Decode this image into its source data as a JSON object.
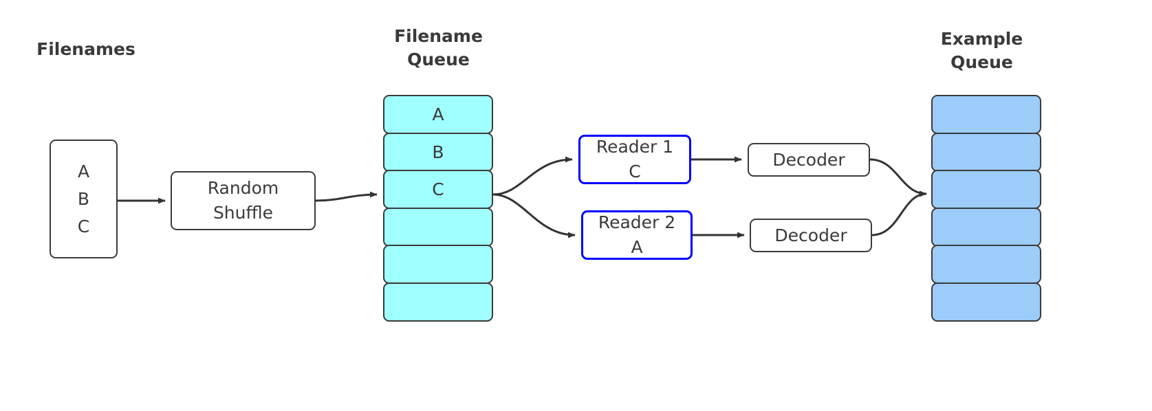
{
  "diagram": {
    "title_filenames": "Filenames",
    "title_filename_queue": "Filename\nQueue",
    "title_example_queue": "Example\nQueue",
    "filenames_box": {
      "label": "A\nB\nC",
      "items": [
        "A",
        "B",
        "C"
      ]
    },
    "shuffle_box": {
      "label": "Random\nShuffle"
    },
    "filename_queue": {
      "cells": [
        "A",
        "B",
        "C",
        "",
        "",
        ""
      ],
      "fill_color": "#a0ffff",
      "border_color": "#3a3a3a"
    },
    "readers": [
      {
        "name": "Reader 1",
        "value": "C",
        "label": "Reader 1\nC",
        "border_color": "#0000ff"
      },
      {
        "name": "Reader 2",
        "value": "A",
        "label": "Reader 2\nA",
        "border_color": "#0000ff"
      }
    ],
    "decoders": [
      {
        "label": "Decoder"
      },
      {
        "label": "Decoder"
      }
    ],
    "example_queue": {
      "cells": [
        "",
        "",
        "",
        "",
        "",
        ""
      ],
      "fill_color": "#9bccfa",
      "border_color": "#3a3a3a"
    },
    "colors": {
      "stroke": "#333333",
      "text": "#3a3a3a",
      "cyan": "#a0ffff",
      "blue": "#9bccfa",
      "accent_blue": "#0000ff",
      "background": "#ffffff"
    }
  }
}
